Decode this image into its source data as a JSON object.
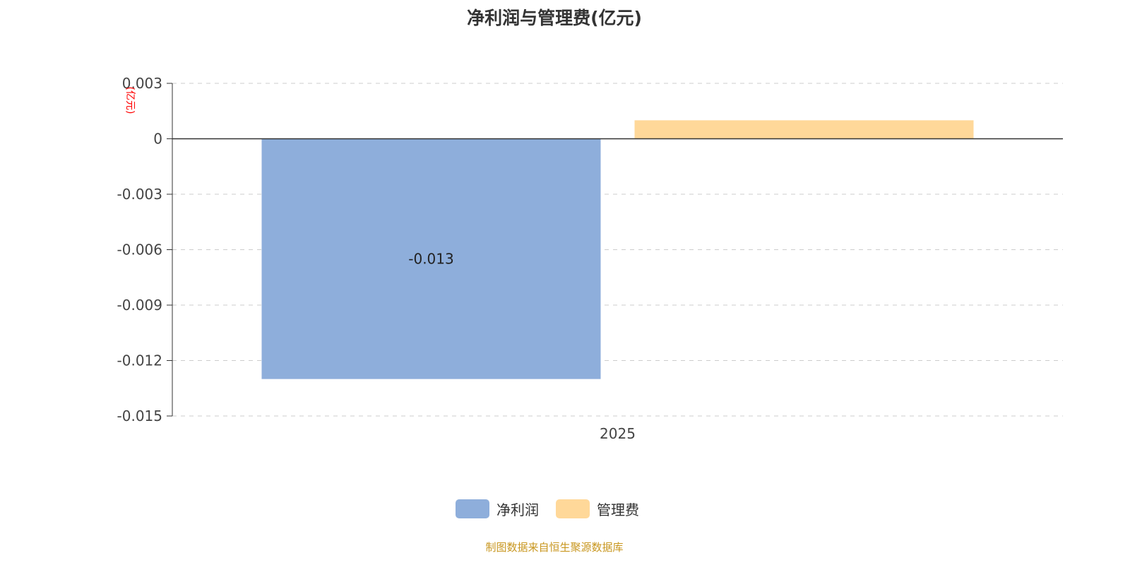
{
  "chart_data": {
    "type": "bar",
    "title": "净利润与管理费(亿元)",
    "ylabel": "(亿元)",
    "xlabel": "",
    "categories": [
      "2025"
    ],
    "series": [
      {
        "name": "净利润",
        "values": [
          -0.013
        ],
        "color": "#8eaedb",
        "data_labels": [
          "-0.013"
        ]
      },
      {
        "name": "管理费",
        "values": [
          0.001
        ],
        "color": "#ffd899",
        "data_labels": [
          ""
        ]
      }
    ],
    "ylim": [
      -0.015,
      0.003
    ],
    "yticks": [
      0.003,
      0,
      -0.003,
      -0.006,
      -0.009,
      -0.012,
      -0.015
    ],
    "ytick_labels": [
      "0.003",
      "0",
      "-0.003",
      "-0.006",
      "-0.009",
      "-0.012",
      "-0.015"
    ],
    "grid": true,
    "legend_position": "bottom-center"
  },
  "source": "制图数据来自恒生聚源数据库"
}
